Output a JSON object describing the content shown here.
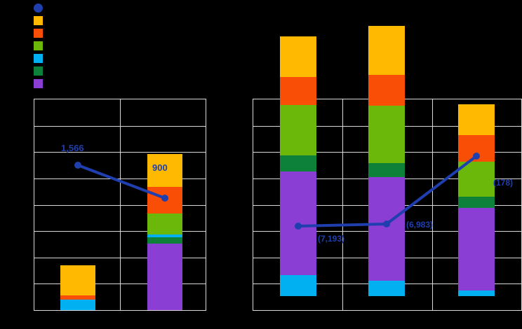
{
  "legend": {
    "items": [
      {
        "name": "series-total-marker",
        "color": "#1f3faf",
        "shape": "circle",
        "label": ""
      },
      {
        "name": "series-orange-light",
        "color": "#ffb900",
        "shape": "square",
        "label": ""
      },
      {
        "name": "series-orange-dark",
        "color": "#f94e05",
        "shape": "square",
        "label": ""
      },
      {
        "name": "series-green-light",
        "color": "#6cb80a",
        "shape": "square",
        "label": ""
      },
      {
        "name": "series-cyan",
        "color": "#00b0f0",
        "shape": "square",
        "label": ""
      },
      {
        "name": "series-green-dark",
        "color": "#0d8039",
        "shape": "square",
        "label": ""
      },
      {
        "name": "series-purple",
        "color": "#8b3ed4",
        "shape": "square",
        "label": ""
      }
    ]
  },
  "colors": {
    "accent_line": "#1f3faf",
    "grid": "#d9d9d9",
    "background": "#000000",
    "orange_light": "#ffb900",
    "orange_dark": "#f94e05",
    "green_light": "#6cb80a",
    "cyan": "#00b0f0",
    "green_dark": "#0d8039",
    "purple": "#8b3ed4"
  },
  "chart_data": [
    {
      "id": "left-chart",
      "type": "bar",
      "title": "",
      "xlabel": "",
      "ylabel": "",
      "grid": true,
      "rows": 8,
      "columns": 2,
      "categories": [
        "",
        ""
      ],
      "legend_position": "top-left",
      "stack_order": [
        "purple",
        "green_dark",
        "cyan",
        "green_light",
        "orange_dark",
        "orange_light"
      ],
      "series": [
        {
          "name": "purple",
          "color": "#8b3ed4",
          "values": [
            0,
            95
          ]
        },
        {
          "name": "green_dark",
          "color": "#0d8039",
          "values": [
            0,
            9
          ]
        },
        {
          "name": "cyan",
          "color": "#00b0f0",
          "values": [
            15,
            4
          ]
        },
        {
          "name": "green_light",
          "color": "#6cb80a",
          "values": [
            0,
            30
          ]
        },
        {
          "name": "orange_dark",
          "color": "#f94e05",
          "values": [
            6,
            38
          ]
        },
        {
          "name": "orange_light",
          "color": "#ffb900",
          "values": [
            43,
            47
          ]
        }
      ],
      "line": {
        "name": "total-line",
        "color": "#1f3faf",
        "points": [
          {
            "x": 0,
            "label": "1,566",
            "label_pos": "above"
          },
          {
            "x": 1,
            "label": "900",
            "label_pos": "above"
          }
        ]
      }
    },
    {
      "id": "right-chart",
      "type": "bar",
      "title": "",
      "xlabel": "",
      "ylabel": "",
      "grid": true,
      "rows": 8,
      "columns": 3,
      "categories": [
        "",
        "",
        ""
      ],
      "legend_position": "top-left",
      "stack_order": [
        "cyan",
        "purple",
        "green_dark",
        "green_light",
        "orange_dark",
        "orange_light"
      ],
      "series": [
        {
          "name": "cyan",
          "color": "#00b0f0",
          "values": [
            30,
            22,
            8
          ]
        },
        {
          "name": "purple",
          "color": "#8b3ed4",
          "values": [
            148,
            148,
            118
          ]
        },
        {
          "name": "green_dark",
          "color": "#0d8039",
          "values": [
            23,
            20,
            16
          ]
        },
        {
          "name": "green_light",
          "color": "#6cb80a",
          "values": [
            72,
            82,
            50
          ]
        },
        {
          "name": "orange_dark",
          "color": "#f94e05",
          "values": [
            40,
            44,
            38
          ]
        },
        {
          "name": "orange_light",
          "color": "#ffb900",
          "values": [
            58,
            70,
            44
          ]
        }
      ],
      "line": {
        "name": "total-line",
        "color": "#1f3faf",
        "points": [
          {
            "x": 0,
            "label": "(7,193)",
            "label_pos": "below"
          },
          {
            "x": 1,
            "label": "(6,983)",
            "label_pos": "right"
          },
          {
            "x": 2,
            "label": "(178)",
            "label_pos": "right"
          }
        ]
      }
    }
  ],
  "labels": {
    "left_total_1": "1,566",
    "left_total_2": "900",
    "right_total_1": "(7,193)",
    "right_total_2": "(6,983)",
    "right_total_3": "(178)"
  }
}
